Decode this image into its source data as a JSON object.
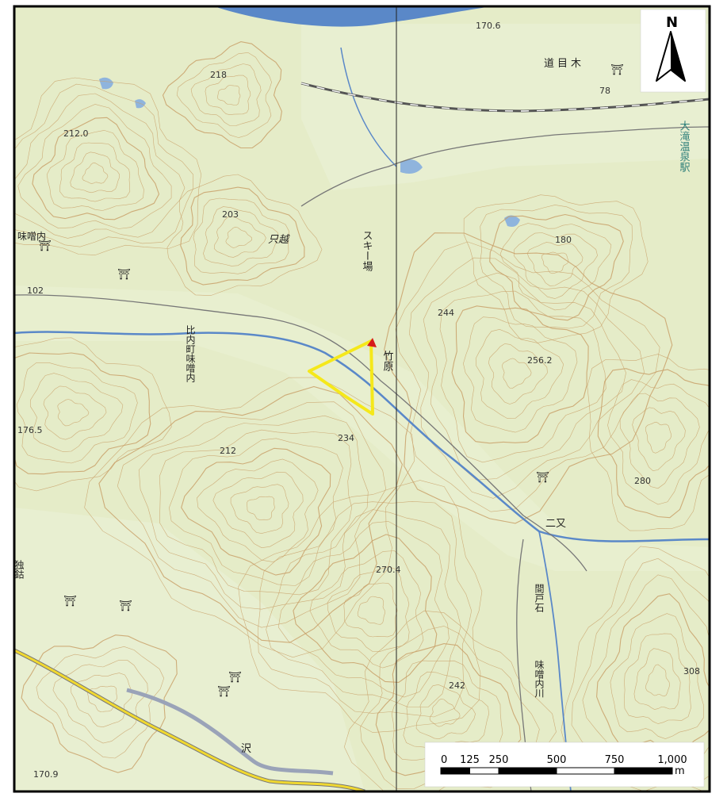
{
  "map": {
    "north_label": "N",
    "labels": {
      "dome_ki": "道目木",
      "ootaki_onsen_eki": "大滝温泉駅",
      "misonai_nw": "味噌内",
      "tadakoshi": "只越",
      "ski_jo": "スキー場",
      "kitauchi": "比内町味噌内",
      "takehara": "竹原",
      "futamata": "二又",
      "madoishi": "間戸石",
      "misonai_river": "味噌内川",
      "sawa": "沢",
      "dokusu": "独鈷"
    },
    "elevations": {
      "e218": "218",
      "e212": "212.0",
      "e203": "203",
      "e102": "102",
      "e180": "180",
      "e244": "244",
      "e256": "256.2",
      "e176": "176.5",
      "e212b": "212",
      "e234": "234",
      "e280": "280",
      "e270": "270.4",
      "e242": "242",
      "e308": "308",
      "e170": "170.9",
      "e170b": "170.6",
      "e78": "78"
    },
    "colors": {
      "land": "#e5ecc8",
      "contour": "#c9a16a",
      "water": "#5a88c8",
      "survey_area": "#f5e81a",
      "marker": "#d61a1a",
      "road_major": "#f0d830"
    }
  },
  "scale_bar": {
    "ticks": [
      "0",
      "125",
      "250",
      "500",
      "750",
      "1,000"
    ],
    "unit": "m"
  }
}
